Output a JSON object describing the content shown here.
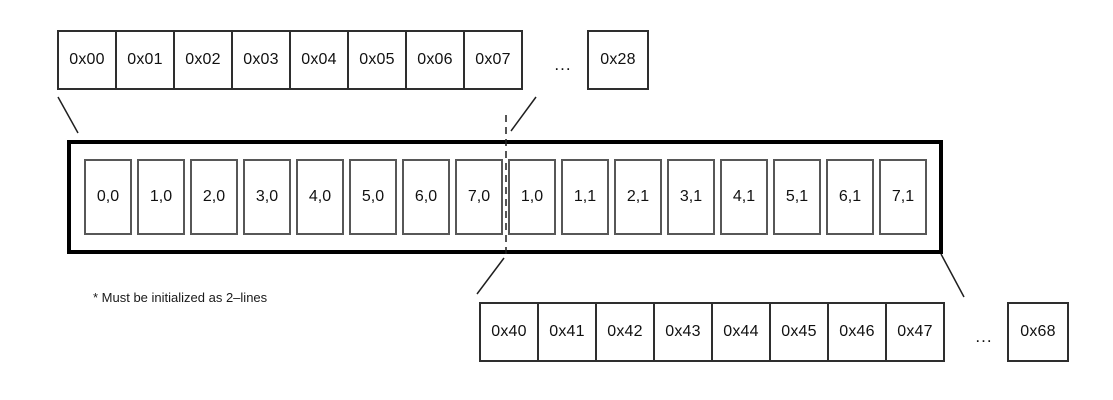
{
  "diagram": {
    "top_row": {
      "cells": [
        "0x00",
        "0x01",
        "0x02",
        "0x03",
        "0x04",
        "0x05",
        "0x06",
        "0x07"
      ],
      "ellipsis": "...",
      "end_cell": "0x28"
    },
    "buffer_box": {
      "cells": [
        "0,0",
        "1,0",
        "2,0",
        "3,0",
        "4,0",
        "5,0",
        "6,0",
        "7,0",
        "1,0",
        "1,1",
        "2,1",
        "3,1",
        "4,1",
        "5,1",
        "6,1",
        "7,1"
      ]
    },
    "bottom_row": {
      "cells": [
        "0x40",
        "0x41",
        "0x42",
        "0x43",
        "0x44",
        "0x45",
        "0x46",
        "0x47"
      ],
      "ellipsis": "...",
      "end_cell": "0x68"
    },
    "note": "* Must be initialized as 2–lines",
    "colors": {
      "background": "#ffffff",
      "connector_line": "#1f1f1f",
      "thick_border": "#000000",
      "hex_cell_border": "#2e2e2e",
      "inner_cell_border": "#575757"
    }
  }
}
